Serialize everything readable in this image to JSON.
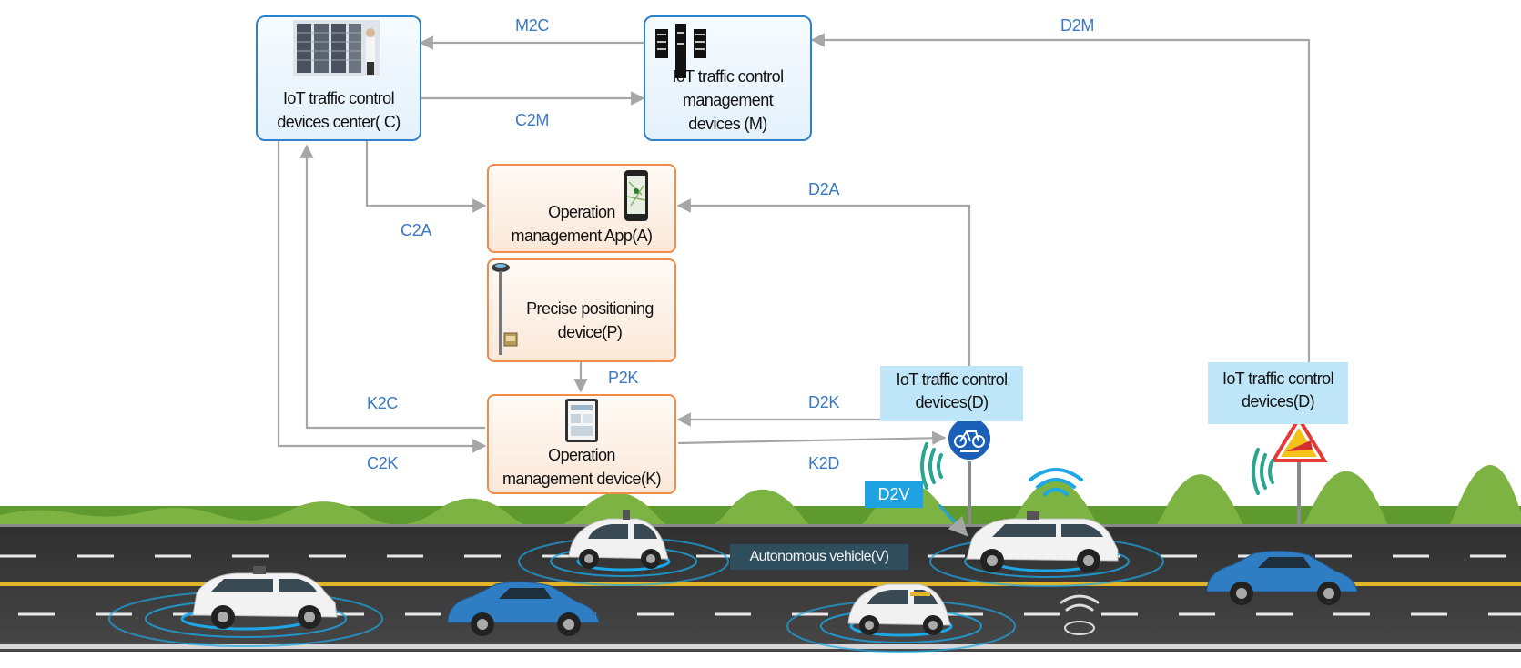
{
  "nodes": {
    "center": "IoT traffic control\ndevices center( C)",
    "management": "IoT traffic control\nmanagement\ndevices (M)",
    "app": "Operation\nmanagement App(A)",
    "positioning": "Precise positioning\ndevice(P)",
    "device": "Operation\nmanagement device(K)",
    "field_device_1": "IoT traffic control\ndevices(D)",
    "field_device_2": "IoT traffic control\ndevices(D)",
    "vehicle": "Autonomous vehicle(V)"
  },
  "links": {
    "m2c": "M2C",
    "c2m": "C2M",
    "d2m": "D2M",
    "c2a": "C2A",
    "d2a": "D2A",
    "p2k": "P2K",
    "k2c": "K2C",
    "c2k": "C2K",
    "d2k": "D2K",
    "k2d": "K2D",
    "d2v": "D2V"
  },
  "colors": {
    "arrow": "#a6a6a6",
    "label_blue": "#3a78c2",
    "box_blue_border": "#2f82c9",
    "box_orange_border": "#ef8c4a",
    "device_label_bg": "#bfe6f8",
    "road": "#3c3c3c",
    "grass": "#5f9a2e",
    "lane_yellow": "#e2b428"
  },
  "icons": [
    "server-rack-icon",
    "antenna-tower-icon",
    "smartphone-icon",
    "gnss-receiver-icon",
    "tablet-icon",
    "bicycle-sign-icon",
    "warning-sign-icon",
    "wifi-signal-icon"
  ]
}
